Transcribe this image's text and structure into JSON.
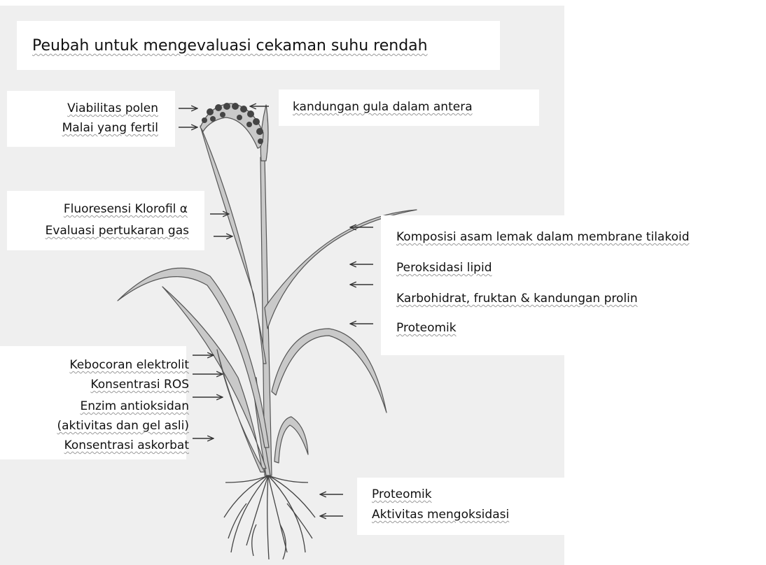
{
  "title": "Peubah untuk mengevaluasi cekaman suhu rendah",
  "labels": {
    "viabilitas": "Viabilitas polen",
    "malai": "Malai yang fertil",
    "gula": "kandungan gula dalam antera",
    "fluoresensi": "Fluoresensi Klorofil α",
    "pertukaran": "Evaluasi pertukaran gas",
    "komposisi": "Komposisi asam lemak dalam membrane tilakoid",
    "peroksidasi": "Peroksidasi lipid",
    "karbohidrat": "Karbohidrat, fruktan & kandungan prolin",
    "proteomik_daun": "Proteomik",
    "kebocoran": "Kebocoran elektrolit",
    "ros": "Konsentrasi ROS",
    "enzim": "Enzim antioksidan",
    "aktivitas_gel": "(aktivitas dan gel asli)",
    "askorbat": "Konsentrasi askorbat",
    "proteomik_akar": "Proteomik",
    "oksidasi": "Aktivitas mengoksidasi"
  },
  "colors": {
    "paper": "#efefef",
    "leaf_fill": "#c9c9c9",
    "outline": "#555555",
    "text": "#111111"
  }
}
